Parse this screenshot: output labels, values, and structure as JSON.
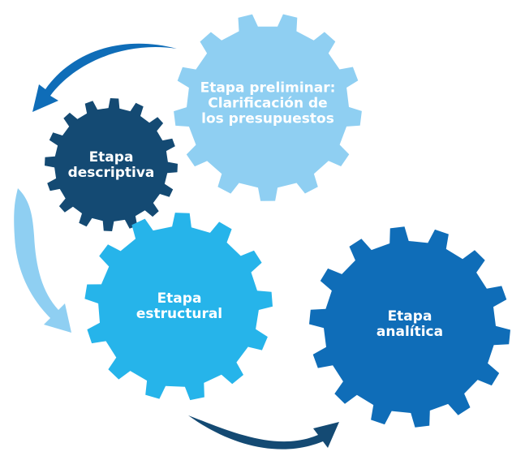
{
  "diagram": {
    "gears": [
      {
        "id": "preliminar",
        "lines": [
          "Etapa preliminar:",
          "Clarificación de",
          "los presupuestos"
        ],
        "color": "#8FCFF2"
      },
      {
        "id": "descriptiva",
        "lines": [
          "Etapa",
          "descriptiva"
        ],
        "color": "#144A73"
      },
      {
        "id": "estructural",
        "lines": [
          "Etapa",
          "estructural"
        ],
        "color": "#26B4EA"
      },
      {
        "id": "analitica",
        "lines": [
          "Etapa",
          "analítica"
        ],
        "color": "#0F6DB8"
      }
    ],
    "arrows": [
      {
        "id": "preliminar-to-descriptiva",
        "color": "#0F6DB8"
      },
      {
        "id": "descriptiva-to-estructural",
        "color": "#8FCFF2"
      },
      {
        "id": "estructural-to-analitica",
        "color": "#144A73"
      }
    ]
  }
}
